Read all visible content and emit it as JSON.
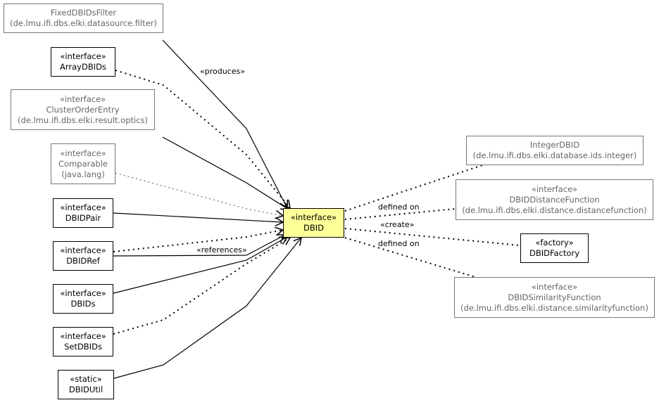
{
  "nodes": {
    "fixed": {
      "name": "FixedDBIDsFilter",
      "pkg": "(de.lmu.ifi.dbs.elki.datasource.filter)"
    },
    "arraydbids": {
      "stereo": "«interface»",
      "name": "ArrayDBIDs"
    },
    "clusterorder": {
      "stereo": "«interface»",
      "name": "ClusterOrderEntry",
      "pkg": "(de.lmu.ifi.dbs.elki.result.optics)"
    },
    "comparable": {
      "stereo": "«interface»",
      "name": "Comparable",
      "pkg": "(java.lang)"
    },
    "dbidpair": {
      "stereo": "«interface»",
      "name": "DBIDPair"
    },
    "dbidref": {
      "stereo": "«interface»",
      "name": "DBIDRef"
    },
    "dbids": {
      "stereo": "«interface»",
      "name": "DBIDs"
    },
    "setdbids": {
      "stereo": "«interface»",
      "name": "SetDBIDs"
    },
    "dbidutil": {
      "stereo": "«static»",
      "name": "DBIDUtil"
    },
    "dbid": {
      "stereo": "«interface»",
      "name": "DBID"
    },
    "integerdbid": {
      "name": "IntegerDBID",
      "pkg": "(de.lmu.ifi.dbs.elki.database.ids.integer)"
    },
    "distfunc": {
      "stereo": "«interface»",
      "name": "DBIDDistanceFunction",
      "pkg": "(de.lmu.ifi.dbs.elki.distance.distancefunction)"
    },
    "factory": {
      "stereo": "«factory»",
      "name": "DBIDFactory"
    },
    "simfunc": {
      "stereo": "«interface»",
      "name": "DBIDSimilarityFunction",
      "pkg": "(de.lmu.ifi.dbs.elki.distance.similarityfunction)"
    }
  },
  "edge_labels": {
    "produces": "«produces»",
    "references": "«references»",
    "defined_on_1": "defined on",
    "create": "«create»",
    "defined_on_2": "defined on"
  }
}
